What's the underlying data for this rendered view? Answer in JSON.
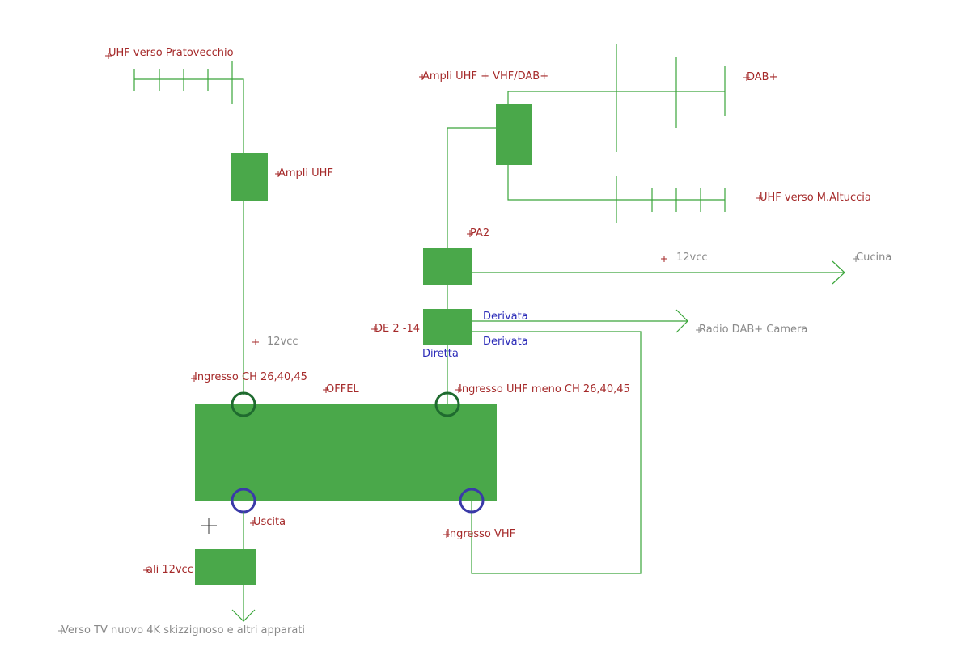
{
  "labels": {
    "uhf_pratovecchio": "UHF verso Pratovecchio",
    "ampli_uhf": "Ampli UHF",
    "ampli_uhf_vhf_dab": "Ampli UHF + VHF/DAB+",
    "dab_plus": "DAB+",
    "uhf_altuccia": "UHF verso M.Altuccia",
    "pa2": "PA2",
    "vcc_cucina": "12vcc",
    "cucina": "Cucina",
    "de_2_14": "DE 2 -14",
    "derivata_1": "Derivata",
    "derivata_2": "Derivata",
    "diretta": "Diretta",
    "radio_dab_camera": "Radio DAB+ Camera",
    "vcc_left": "12vcc",
    "ingresso_ch": "Ingresso CH 26,40,45",
    "offel": "OFFEL",
    "ingresso_uhf_meno": "Ingresso UHF meno  CH 26,40,45",
    "uscita": "Uscita",
    "ingresso_vhf": "Ingresso VHF",
    "ali_12vcc": "ali 12vcc",
    "verso_tv": "Verso TV nuovo 4K skizzignoso e altri apparati"
  },
  "colors": {
    "wire": "#3aa53a",
    "block": "#4aa84a",
    "port_dark": "#1f6b2f",
    "port_blue": "#3a3aa8",
    "label_red": "#a52a2a",
    "label_blue": "#2b2bb8",
    "label_gray": "#8a8a8a"
  }
}
